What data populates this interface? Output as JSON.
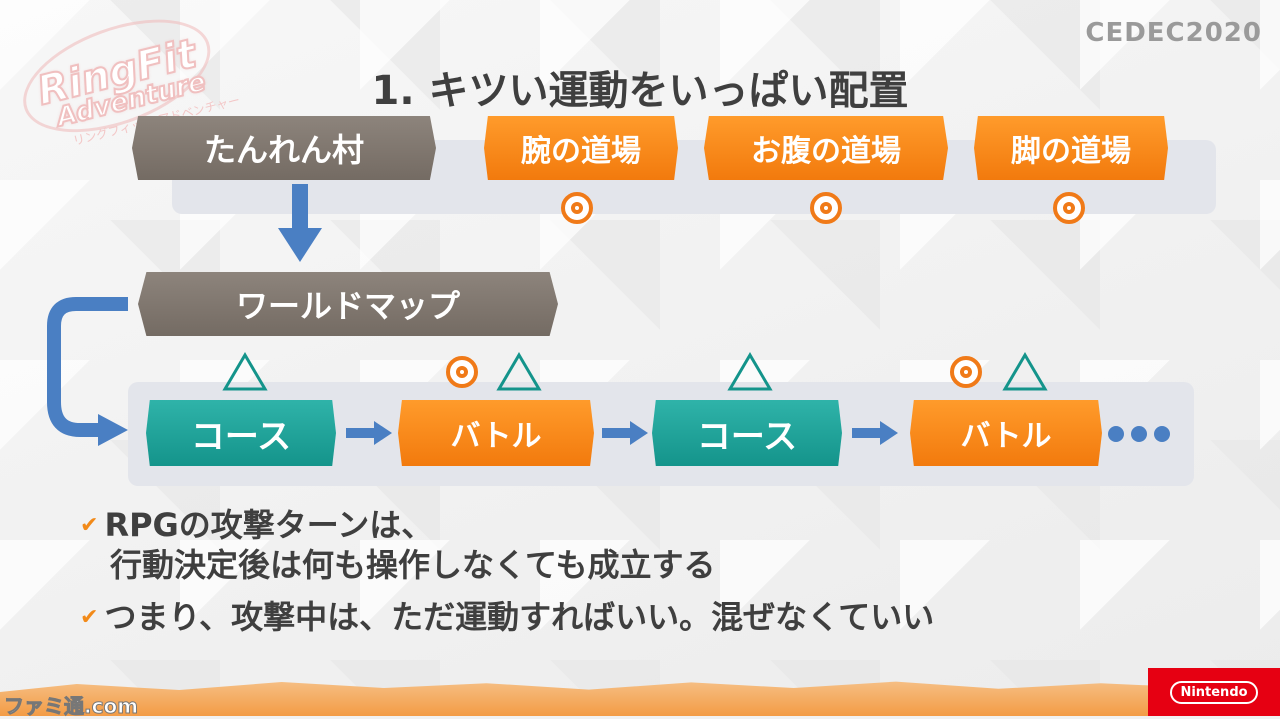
{
  "logo": {
    "line1": "RingFit",
    "line2": "Adventure",
    "line3": "リングフィット アドベンチャー"
  },
  "cedec": "CEDEC2020",
  "title": "1. キツい運動をいっぱい配置",
  "top_row": {
    "village": "たんれん村",
    "dojos": [
      "腕の道場",
      "お腹の道場",
      "脚の道場"
    ]
  },
  "world_map": "ワールドマップ",
  "flow": {
    "steps": [
      "コース",
      "バトル",
      "コース",
      "バトル"
    ],
    "ellipsis": "•••"
  },
  "bullets": [
    {
      "text1": "RPGの攻撃ターンは、",
      "text2": "行動決定後は何も操作しなくても成立する"
    },
    {
      "text1": "つまり、攻撃中は、ただ運動すればいい。混ぜなくていい"
    }
  ],
  "footer": {
    "nintendo": "Nintendo",
    "famitsu": "ファミ通.com"
  },
  "colors": {
    "orange": "#f27a0d",
    "teal": "#14948b",
    "gray": "#746b63",
    "blue": "#4a7fc3"
  }
}
